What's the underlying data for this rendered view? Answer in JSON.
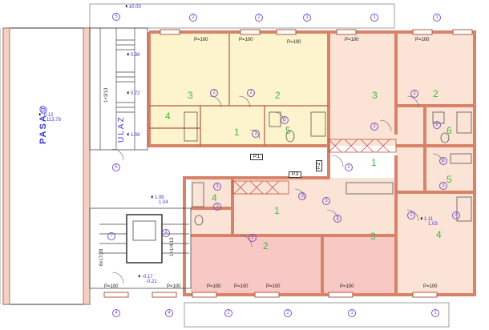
{
  "colors": {
    "wall": "#d9826a",
    "wall_dark": "#b05a40",
    "room_yellow": "#fdf3cc",
    "room_salmon": "#fbe3d6",
    "room_pink": "#f8c8c4",
    "room_number": "#3dbb3d",
    "text_blue": "#3a3ae0",
    "marker_purple": "#7a55c8"
  },
  "labels": {
    "pasaz": "PASA@",
    "ulaz": "ULAZ",
    "p1": "P.1",
    "p2": "P.2",
    "p3": "P.3",
    "stair_up": "1+3/13",
    "lift": "1+1/4/13",
    "stair_mid": "6x17/28"
  },
  "rooms": [
    {
      "num": "3"
    },
    {
      "num": "2"
    },
    {
      "num": "4"
    },
    {
      "num": "1"
    },
    {
      "num": "5"
    },
    {
      "num": "3"
    },
    {
      "num": "2"
    },
    {
      "num": "6"
    },
    {
      "num": "1"
    },
    {
      "num": "5"
    },
    {
      "num": "4"
    },
    {
      "num": "4"
    },
    {
      "num": "1"
    },
    {
      "num": "2"
    },
    {
      "num": "3"
    }
  ],
  "windows": [
    "P=100",
    "P=100",
    "P=100",
    "P=100",
    "P=100",
    "P=100",
    "P=100",
    "P=100",
    "P=100",
    "P=100",
    "P=100",
    "P=100"
  ],
  "levels": [
    {
      "text": "±0.00"
    },
    {
      "text": "0.36"
    },
    {
      "text": "0.72"
    },
    {
      "text": "1.08"
    },
    {
      "text": "-0.12",
      "text2": "113.78"
    },
    {
      "text": "1.08",
      "text2": "1.04"
    },
    {
      "text": "1.11",
      "text2": "1.03"
    },
    {
      "text": "-0.17",
      "text2": "-0.21"
    }
  ],
  "markers": [
    "5",
    "2",
    "2",
    "3",
    "1",
    "1",
    "6",
    "2",
    "2",
    "3",
    "2",
    "2",
    "2",
    "3",
    "3",
    "2",
    "4",
    "2",
    "3",
    "3",
    "3",
    "2",
    "2",
    "7",
    "4",
    "4",
    "2",
    "2",
    "1",
    "1",
    "4",
    "2",
    "2"
  ]
}
